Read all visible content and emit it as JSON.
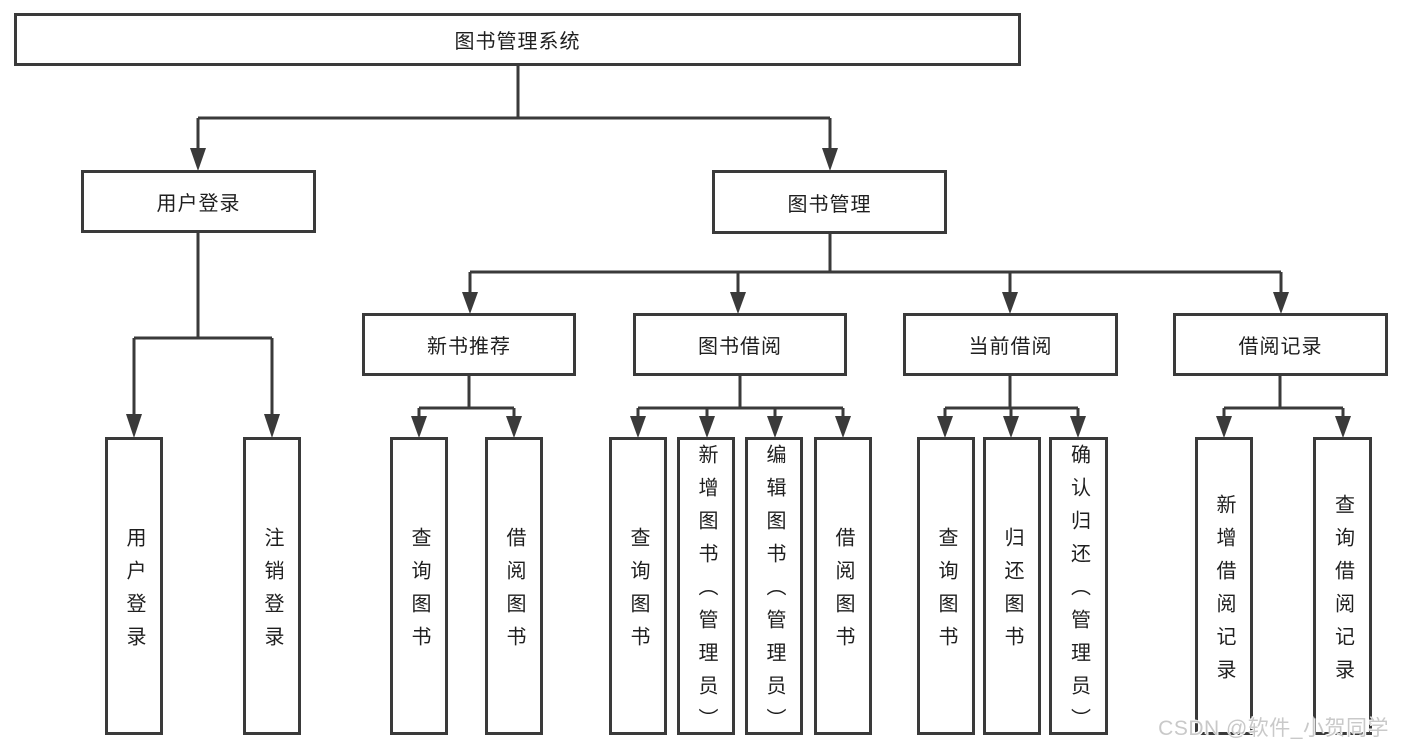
{
  "title": {
    "label": "图书管理系统"
  },
  "level2": {
    "user_login": "用户登录",
    "book_mgmt": "图书管理"
  },
  "level3": {
    "new_books": "新书推荐",
    "borrowing": "图书借阅",
    "current": "当前借阅",
    "records": "借阅记录"
  },
  "leaves": {
    "user_login": [
      "用户登录",
      "注销登录"
    ],
    "new_books": [
      "查询图书",
      "借阅图书"
    ],
    "borrowing": [
      "查询图书",
      "新增图书（管理员）",
      "编辑图书（管理员）",
      "借阅图书"
    ],
    "current": [
      "查询图书",
      "归还图书",
      "确认归还（管理员）"
    ],
    "records": [
      "新增借阅记录",
      "查询借阅记录"
    ]
  },
  "watermark": {
    "text": "CSDN @软件_小贺同学"
  },
  "colors": {
    "line": "#3a3a3a",
    "text": "#1f1f1f",
    "watermark": "#c9c9c9",
    "background": "#ffffff",
    "box_fill": "#ffffff"
  }
}
